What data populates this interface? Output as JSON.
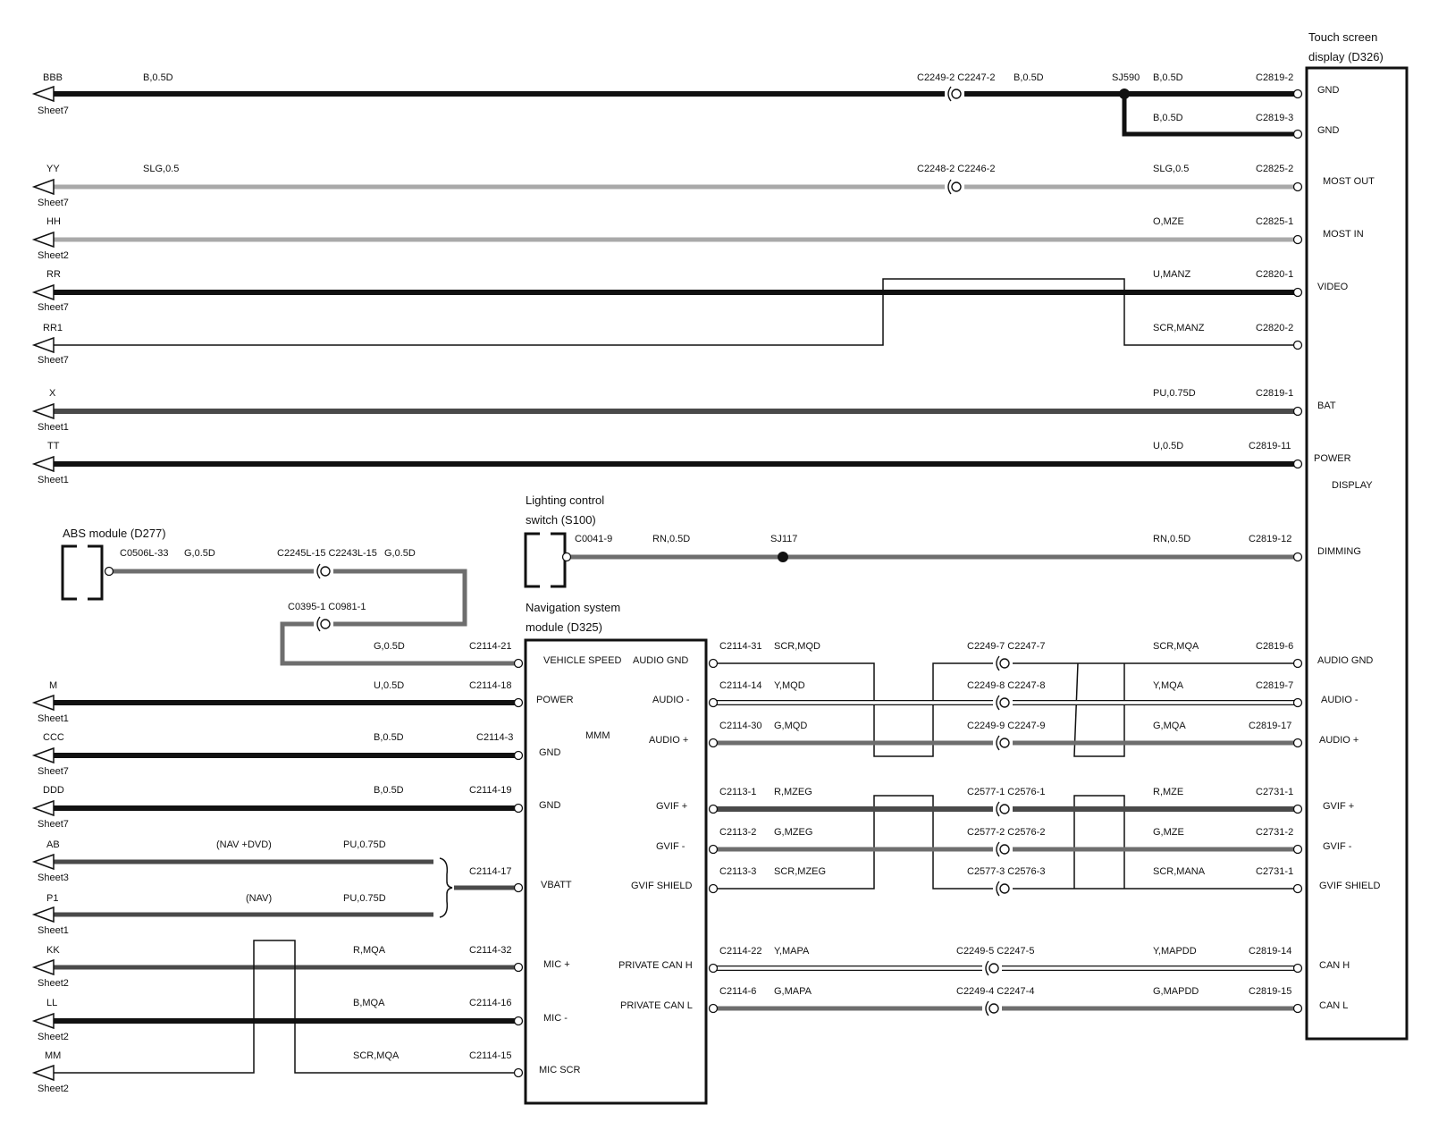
{
  "components": {
    "touch_screen": {
      "title1": "Touch screen",
      "title2": "display (D326)"
    },
    "nav_module": {
      "title1": "Navigation system",
      "title2": "module (D325)",
      "center": "MMM"
    },
    "lighting_switch": {
      "title1": "Lighting control",
      "title2": "switch (S100)"
    },
    "abs_module": {
      "title": "ABS module (D277)"
    }
  },
  "colors": {
    "black": "#111111",
    "dark_gray": "#4a4a4a",
    "mid_gray": "#6e6e6e",
    "light_gray": "#a9a9a9",
    "white_wire": "#ffffff"
  },
  "top_wires": [
    {
      "ref": "BBB",
      "sheet": "Sheet7",
      "spec": "B,0.5D",
      "conn": "C2249-2 C2247-2",
      "spec2": "B,0.5D",
      "splice": "SJ590",
      "spec3": "B,0.5D",
      "pin": "C2819-2",
      "label": "GND"
    },
    {
      "spec": "B,0.5D",
      "pin": "C2819-3",
      "label": "GND"
    },
    {
      "ref": "YY",
      "sheet": "Sheet7",
      "spec": "SLG,0.5",
      "conn": "C2248-2 C2246-2",
      "spec3": "SLG,0.5",
      "pin": "C2825-2",
      "label": "MOST OUT"
    },
    {
      "ref": "HH",
      "sheet": "Sheet2",
      "spec3": "O,MZE",
      "pin": "C2825-1",
      "label": "MOST IN"
    },
    {
      "ref": "RR",
      "sheet": "Sheet7",
      "spec3": "U,MANZ",
      "pin": "C2820-1",
      "label": "VIDEO"
    },
    {
      "ref": "RR1",
      "sheet": "Sheet7",
      "spec3": "SCR,MANZ",
      "pin": "C2820-2"
    },
    {
      "ref": "X",
      "sheet": "Sheet1",
      "spec3": "PU,0.75D",
      "pin": "C2819-1",
      "label": "BAT"
    },
    {
      "ref": "TT",
      "sheet": "Sheet1",
      "spec3": "U,0.5D",
      "pin": "C2819-11",
      "label": "POWER"
    }
  ],
  "display_label": "DISPLAY",
  "dimming": {
    "pin_left": "C0041-9",
    "spec": "RN,0.5D",
    "splice": "SJ117",
    "spec3": "RN,0.5D",
    "pin": "C2819-12",
    "label": "DIMMING"
  },
  "abs": {
    "pin": "C0506L-33",
    "spec": "G,0.5D",
    "conn": "C2245L-15 C2243L-15",
    "spec2": "G,0.5D",
    "conn2": "C0395-1 C0981-1",
    "spec3": "G,0.5D",
    "pin_nav": "C2114-21",
    "nav_label": "VEHICLE SPEED"
  },
  "nav_left": [
    {
      "ref": "M",
      "sheet": "Sheet1",
      "spec": "U,0.5D",
      "pin": "C2114-18",
      "label": "POWER"
    },
    {
      "ref": "CCC",
      "sheet": "Sheet7",
      "spec": "B,0.5D",
      "pin": "C2114-3",
      "label": "GND"
    },
    {
      "ref": "DDD",
      "sheet": "Sheet7",
      "spec": "B,0.5D",
      "pin": "C2114-19",
      "label": "GND"
    },
    {
      "ref": "AB",
      "sheet": "Sheet3",
      "note": "(NAV +DVD)",
      "spec": "PU,0.75D"
    },
    {
      "ref": "P1",
      "sheet": "Sheet1",
      "note": "(NAV)",
      "spec": "PU,0.75D"
    },
    {
      "ref": "KK",
      "sheet": "Sheet2",
      "spec": "R,MQA",
      "pin": "C2114-32",
      "label": "MIC +"
    },
    {
      "ref": "LL",
      "sheet": "Sheet2",
      "spec": "B,MQA",
      "pin": "C2114-16",
      "label": "MIC -"
    },
    {
      "ref": "MM",
      "sheet": "Sheet2",
      "spec": "SCR,MQA",
      "pin": "C2114-15",
      "label": "MIC SCR"
    }
  ],
  "vbatt": {
    "pin": "C2114-17",
    "label": "VBATT"
  },
  "nav_right": [
    {
      "label": "AUDIO GND",
      "pin": "C2114-31",
      "spec": "SCR,MQD",
      "conn": "C2249-7 C2247-7",
      "spec3": "SCR,MQA",
      "pin_r": "C2819-6",
      "label_r": "AUDIO GND"
    },
    {
      "label": "AUDIO -",
      "pin": "C2114-14",
      "spec": "Y,MQD",
      "conn": "C2249-8 C2247-8",
      "spec3": "Y,MQA",
      "pin_r": "C2819-7",
      "label_r": "AUDIO -"
    },
    {
      "label": "AUDIO +",
      "pin": "C2114-30",
      "spec": "G,MQD",
      "conn": "C2249-9 C2247-9",
      "spec3": "G,MQA",
      "pin_r": "C2819-17",
      "label_r": "AUDIO +"
    },
    {
      "label": "GVIF +",
      "pin": "C2113-1",
      "spec": "R,MZEG",
      "conn": "C2577-1 C2576-1",
      "spec3": "R,MZE",
      "pin_r": "C2731-1",
      "label_r": "GVIF +"
    },
    {
      "label": "GVIF -",
      "pin": "C2113-2",
      "spec": "G,MZEG",
      "conn": "C2577-2 C2576-2",
      "spec3": "G,MZE",
      "pin_r": "C2731-2",
      "label_r": "GVIF -"
    },
    {
      "label": "GVIF SHIELD",
      "pin": "C2113-3",
      "spec": "SCR,MZEG",
      "conn": "C2577-3 C2576-3",
      "spec3": "SCR,MANA",
      "pin_r": "C2731-1",
      "label_r": "GVIF SHIELD"
    },
    {
      "label": "PRIVATE CAN H",
      "pin": "C2114-22",
      "spec": "Y,MAPA",
      "conn": "C2249-5 C2247-5",
      "spec3": "Y,MAPDD",
      "pin_r": "C2819-14",
      "label_r": "CAN H"
    },
    {
      "label": "PRIVATE CAN L",
      "pin": "C2114-6",
      "spec": "G,MAPA",
      "conn": "C2249-4 C2247-4",
      "spec3": "G,MAPDD",
      "pin_r": "C2819-15",
      "label_r": "CAN L"
    }
  ]
}
